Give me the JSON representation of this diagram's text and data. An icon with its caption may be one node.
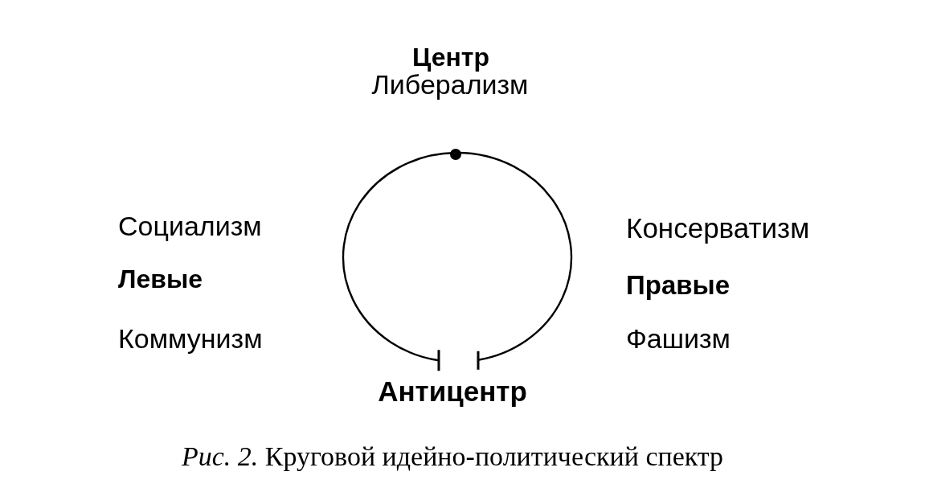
{
  "diagram": {
    "caption": "*Рис. 2.* Круговой идейно-политический спектр",
    "labels": [
      "Центр",
      "Либерализм",
      "Социализм",
      "Консерватизм",
      "Левые",
      "Правые",
      "Коммунизм",
      "Фашизм",
      "Антицентр"
    ]
  }
}
